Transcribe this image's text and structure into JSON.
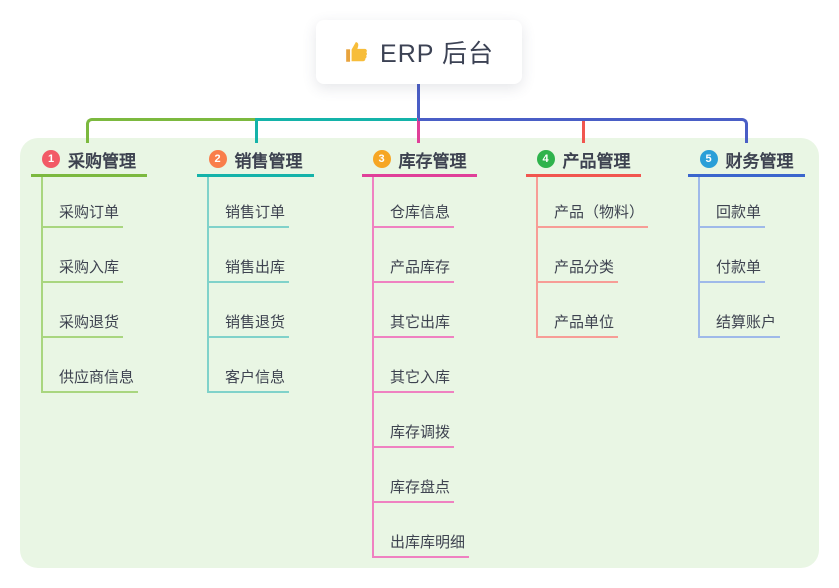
{
  "root": {
    "label": "ERP 后台",
    "icon": "thumbs-up-icon"
  },
  "canvas": {
    "background": "#ffffff",
    "panel_background": "#e9f6e4",
    "root_connector_color": "#4a5ec6",
    "text_color": "#3d4250"
  },
  "branches": [
    {
      "num": "1",
      "title": "采购管理",
      "badge_color": "#f25a66",
      "line_color": "#7cb93f",
      "child_line_color": "#a9d67f",
      "children": [
        "采购订单",
        "采购入库",
        "采购退货",
        "供应商信息"
      ]
    },
    {
      "num": "2",
      "title": "销售管理",
      "badge_color": "#f97e4b",
      "line_color": "#14b3a9",
      "child_line_color": "#80d2ca",
      "children": [
        "销售订单",
        "销售出库",
        "销售退货",
        "客户信息"
      ]
    },
    {
      "num": "3",
      "title": "库存管理",
      "badge_color": "#f6a624",
      "line_color": "#e04099",
      "child_line_color": "#ef81c1",
      "children": [
        "仓库信息",
        "产品库存",
        "其它出库",
        "其它入库",
        "库存调拨",
        "库存盘点",
        "出库库明细"
      ]
    },
    {
      "num": "4",
      "title": "产品管理",
      "badge_color": "#2fb34c",
      "line_color": "#f1564f",
      "child_line_color": "#f79d96",
      "children": [
        "产品（物料）",
        "产品分类",
        "产品单位"
      ]
    },
    {
      "num": "5",
      "title": "财务管理",
      "badge_color": "#2a9fd8",
      "line_color": "#3b66cd",
      "child_line_color": "#9fb9e9",
      "children": [
        "回款单",
        "付款单",
        "结算账户"
      ]
    }
  ]
}
